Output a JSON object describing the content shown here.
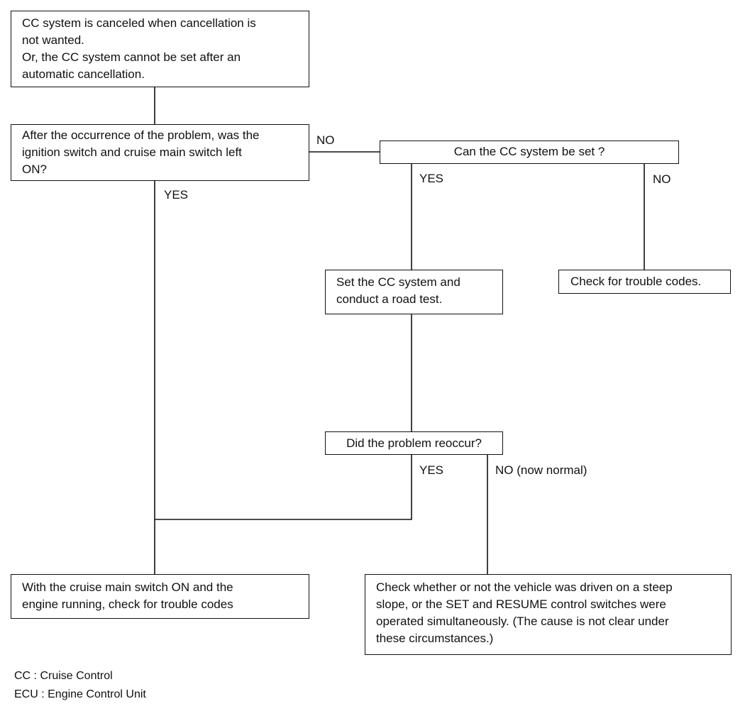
{
  "flowchart": {
    "start": {
      "lines": [
        "CC system is canceled when cancellation is",
        "not wanted.",
        "Or, the CC system cannot be set after an",
        "automatic cancellation."
      ]
    },
    "q_ignition": {
      "lines": [
        "After the occurrence of the problem, was the",
        "ignition switch and cruise main switch left",
        "ON?"
      ]
    },
    "q_set": {
      "lines": [
        "Can the CC system be set ?"
      ]
    },
    "set_test": {
      "lines": [
        "Set the CC system and",
        "conduct a road test."
      ]
    },
    "check_codes": {
      "lines": [
        "Check for trouble codes."
      ]
    },
    "q_reoccur": {
      "lines": [
        "Did the problem reoccur?"
      ]
    },
    "check_running": {
      "lines": [
        "With the cruise main switch ON and the",
        "engine running, check for trouble codes"
      ]
    },
    "check_slope": {
      "lines": [
        "Check whether or not the vehicle was driven on a steep",
        "slope, or the SET and RESUME control switches were",
        "operated simultaneously. (The cause is not clear under",
        "these circumstances.)"
      ]
    },
    "labels": {
      "q_ignition_no": "NO",
      "q_ignition_yes": "YES",
      "q_set_yes": "YES",
      "q_set_no": "NO",
      "q_reoccur_yes": "YES",
      "q_reoccur_no": "NO (now normal)"
    }
  },
  "legend": [
    "CC : Cruise Control",
    "ECU : Engine Control Unit"
  ]
}
